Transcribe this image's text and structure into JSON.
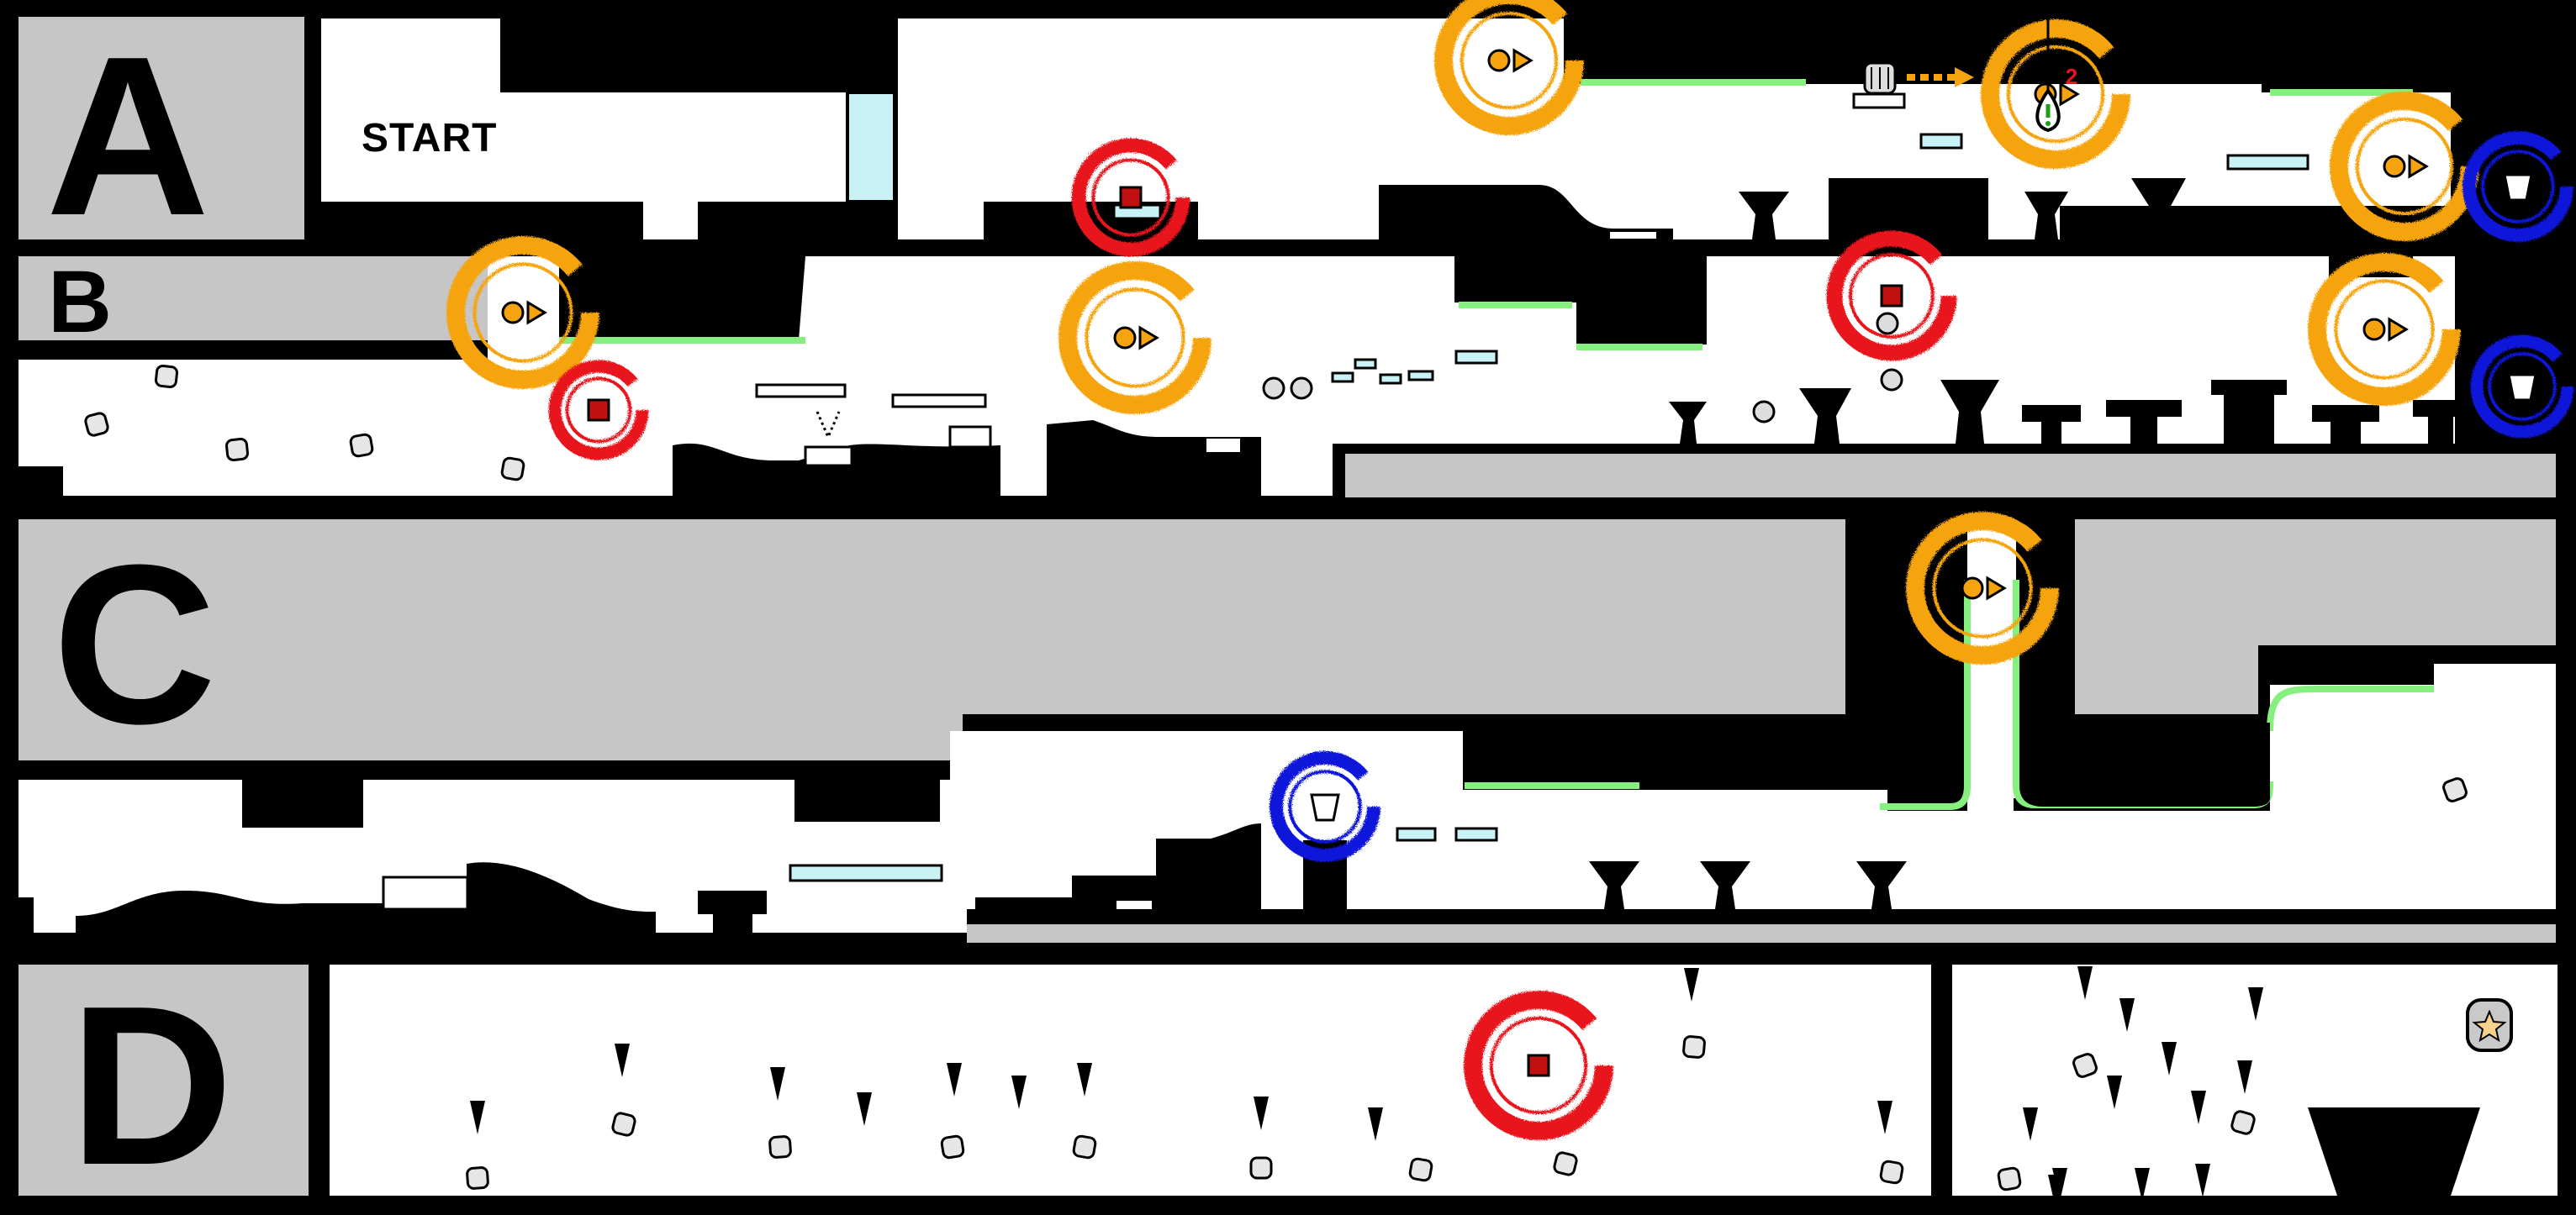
{
  "map": {
    "rows": [
      {
        "letter": "A"
      },
      {
        "letter": "B"
      },
      {
        "letter": "C"
      },
      {
        "letter": "D"
      }
    ],
    "start_label": "START",
    "marker_number": "2"
  },
  "colors": {
    "background": "#000000",
    "floor_white": "#FFFFFF",
    "row_label_gray": "#C6C6C6",
    "ring_orange": "#F5A410",
    "ring_red": "#E8141E",
    "ring_blue": "#0B14D9",
    "glow_green": "#86F07E",
    "glass_cyan": "#C8F2F5"
  },
  "legend_icons": [
    "orange-ring-collectible",
    "red-ring-hazard",
    "blue-ring-checkpoint",
    "spike-icon",
    "crate-icon",
    "star-goal-icon",
    "key-cage-icon",
    "exclamation-drop-icon"
  ]
}
